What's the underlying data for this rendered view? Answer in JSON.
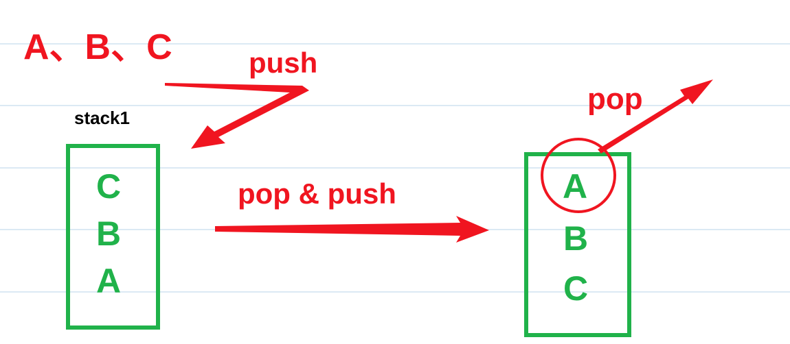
{
  "colors": {
    "annotation": "#f01520",
    "stack": "#20b24a",
    "label": "#000000",
    "ruled_lines": "#dbe9f4",
    "background": "#ffffff"
  },
  "input_sequence": "A、B、C",
  "push_label": "push",
  "stack1": {
    "label": "stack1",
    "items": [
      "C",
      "B",
      "A"
    ]
  },
  "transfer_label": "pop & push",
  "stack2": {
    "items": [
      "A",
      "B",
      "C"
    ],
    "highlighted_item": "A"
  },
  "pop_label": "pop"
}
